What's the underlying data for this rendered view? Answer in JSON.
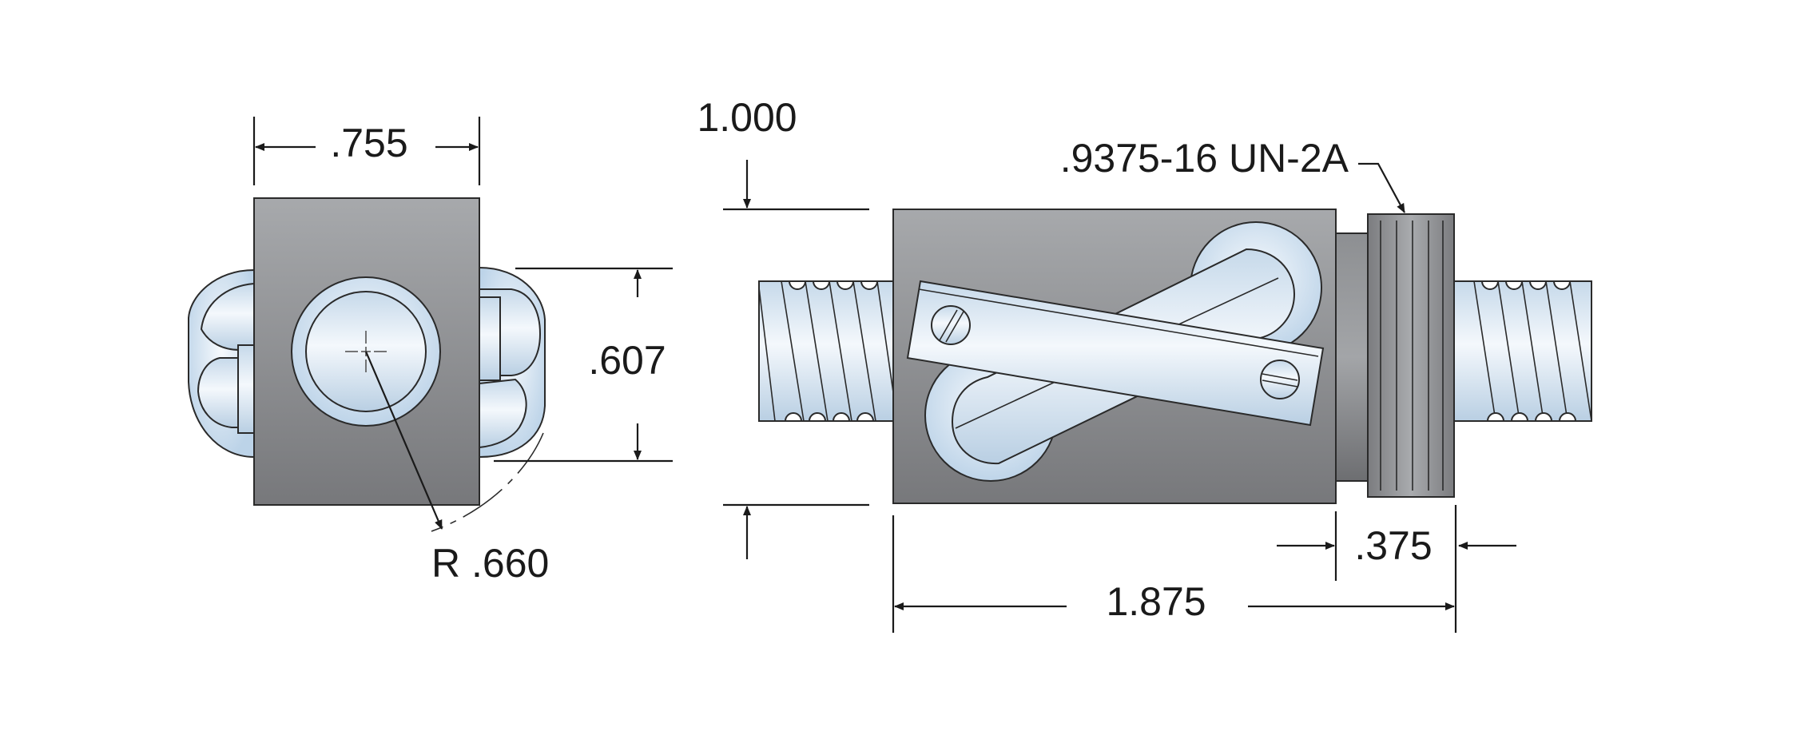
{
  "drawing": {
    "dimensions": {
      "end_width": ".755",
      "end_height": ".607",
      "radius": "R .660",
      "body_height": "1.000",
      "thread_spec": ".9375-16 UN-2A",
      "nut_width": ".375",
      "overall_length": "1.875"
    }
  }
}
